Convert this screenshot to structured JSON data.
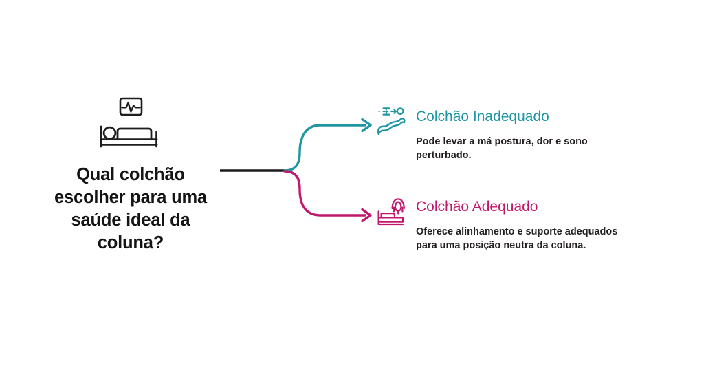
{
  "diagram": {
    "root": {
      "icon": "hospital-bed-with-ecg-monitor-icon",
      "title": "Qual colchão\nescolher para uma\nsaúde ideal da\ncoluna?"
    },
    "branches": [
      {
        "id": "inadequado",
        "icon": "person-on-sagging-mattress-icon",
        "heading": "Colchão Inadequado",
        "description": "Pode levar a má postura, dor e sono\nperturbado.",
        "color": "#1E97A3",
        "connector": "teal-curved-arrow"
      },
      {
        "id": "adequado",
        "icon": "person-on-supportive-mattress-icon",
        "heading": "Colchão Adequado",
        "description": "Oferece alinhamento e suporte adequados\npara uma posição neutra da coluna.",
        "color": "#C2186C",
        "connector": "pink-curved-arrow"
      }
    ],
    "stem": {
      "color": "#1B1B1B",
      "name": "root-stem-line"
    },
    "background": "#FFFFFF"
  }
}
